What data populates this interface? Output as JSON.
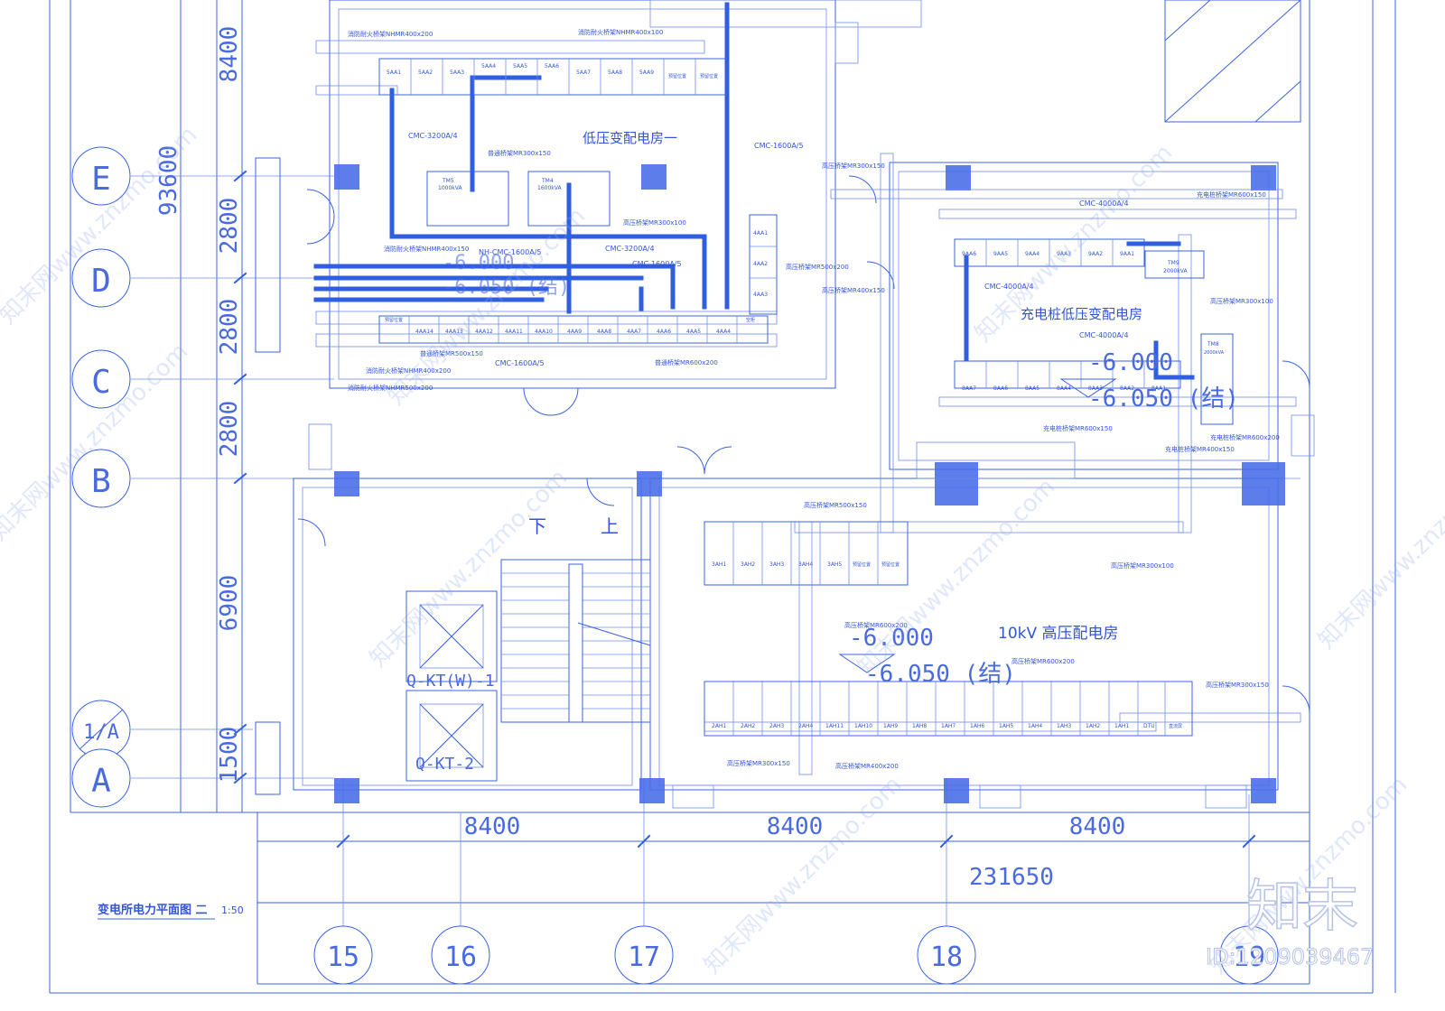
{
  "drawing": {
    "title": "变电所电力平面图 二",
    "scale": "1:50",
    "rooms": {
      "lv1": "低压变配电房一",
      "lv2": "充电桩低压变配电房",
      "hv": "10kV 高压配电房"
    },
    "elevations": {
      "a1": "-6.000",
      "a2": "-6.050 (结)",
      "b1": "-6.000",
      "b2": "-6.050 (结)",
      "c1": "-6.000",
      "c2": "-6.050 (结)"
    },
    "stairs": {
      "down": "下",
      "up": "上"
    },
    "elevators": {
      "e1": "Q-KT(W)-1",
      "e2": "Q-KT-2"
    },
    "grid_rows": [
      {
        "label": "E"
      },
      {
        "label": "D"
      },
      {
        "label": "C"
      },
      {
        "label": "B"
      },
      {
        "label": "1/A"
      },
      {
        "label": "A"
      }
    ],
    "grid_cols": [
      {
        "label": "15"
      },
      {
        "label": "16"
      },
      {
        "label": "17"
      },
      {
        "label": "18"
      },
      {
        "label": "19"
      }
    ],
    "row_dims": [
      "8400",
      "93600",
      "2800",
      "2800",
      "2800",
      "6900",
      "1500"
    ],
    "col_dims": [
      "8400",
      "8400",
      "8400",
      "231650"
    ],
    "panels_5aa": [
      "5AA1",
      "5AA2",
      "5AA3",
      "5AA4",
      "5AA5",
      "5AA6",
      "5AA7",
      "5AA8",
      "5AA9",
      "预留位置",
      "预留位置"
    ],
    "panels_4aa": [
      "预留位置",
      "4AA14",
      "4AA13",
      "4AA12",
      "4AA11",
      "4AA10",
      "4AA9",
      "4AA8",
      "4AA7",
      "4AA6",
      "4AA5",
      "4AA4",
      "空柜"
    ],
    "panels_4aa_v": [
      "4AA1",
      "4AA2",
      "4AA3"
    ],
    "panels_9aa": [
      "9AA6",
      "9AA5",
      "9AA4",
      "9AA3",
      "9AA2",
      "9AA1"
    ],
    "panels_8aa": [
      "8AA7",
      "8AA6",
      "8AA5",
      "8AA4",
      "8AA3",
      "8AA2",
      "8AA1"
    ],
    "panels_3ah": [
      "3AH1",
      "3AH2",
      "3AH3",
      "3AH4",
      "3AH5",
      "预留位置",
      "预留位置"
    ],
    "panels_hv": [
      "2AH1",
      "2AH2",
      "2AH3",
      "2AH4",
      "1AH11",
      "1AH10",
      "1AH9",
      "1AH8",
      "1AH7",
      "1AH6",
      "1AH5",
      "1AH4",
      "1AH3",
      "1AH2",
      "1AH1",
      "DTU",
      "直流屏"
    ],
    "transformers": [
      {
        "name": "TM5",
        "rating": "1000kVA"
      },
      {
        "name": "TM4",
        "rating": "1600kVA"
      },
      {
        "name": "TM9",
        "rating": "2000kVA"
      },
      {
        "name": "TM8",
        "rating": "2000kVA"
      }
    ],
    "labels": {
      "t1": "消防耐火桥架NHMR400x200",
      "t2": "消防耐火桥架NHMR400x100",
      "t3": "CMC-3200A/4",
      "t4": "普通桥架MR300x150",
      "t5": "CMC-1600A/5",
      "t6": "高压桥架MR300x150",
      "t7": "高压桥架MR300x100",
      "t8": "消防耐火桥架NHMR400x150",
      "t9": "NH-CMC-1600A/5",
      "t10": "CMC-3200A/4",
      "t11": "CMC-1600A/5",
      "t12": "高压桥架MR500x200",
      "t13": "高压桥架MR400x150",
      "t14": "普通桥架MR500x150",
      "t15": "消防耐火桥架NHMR400x200",
      "t16": "CMC-1600A/5",
      "t17": "普通桥架MR600x200",
      "t18": "消防耐火桥架NHMR500x200",
      "t19": "CMC-4000A/4",
      "t20": "充电桩桥架MR600x150",
      "t21": "CMC-4000A/4",
      "t22": "高压桥架MR300x100",
      "t23": "CMC-4000A/4",
      "t24": "充电桩桥架MR600x150",
      "t25": "充电桩桥架MR600x200",
      "t26": "充电桩桥架MR400x150",
      "t27": "高压桥架MR500x150",
      "t28": "高压桥架MR300x100",
      "t29": "高压桥架MR600x200",
      "t30": "高压桥架MR600x200",
      "t31": "高压桥架MR300x150",
      "t32": "高压桥架MR300x150",
      "t33": "高压桥架MR400x200"
    },
    "watermark": "知末网www.znzmo.com",
    "brand": "知末",
    "id_label": "ID:1209039467"
  }
}
